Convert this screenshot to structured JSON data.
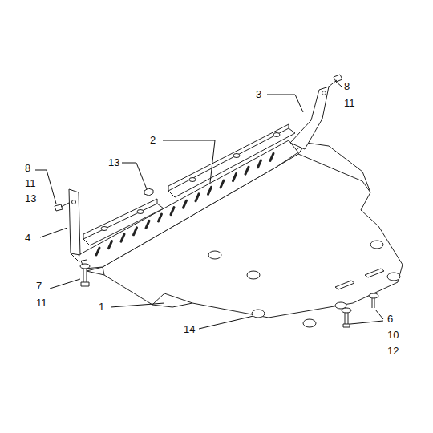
{
  "diagram": {
    "labels": [
      "3",
      "8",
      "11",
      "2",
      "13",
      "8",
      "11",
      "13",
      "4",
      "7",
      "11",
      "1",
      "14",
      "6",
      "10",
      "12"
    ]
  }
}
